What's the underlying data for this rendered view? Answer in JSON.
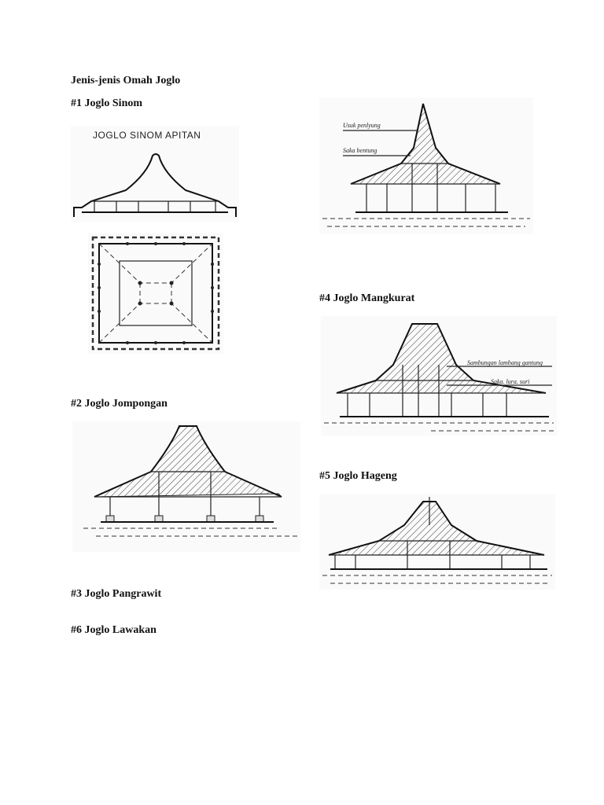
{
  "document": {
    "title": "Jenis-jenis Omah Joglo",
    "headings": {
      "h1": "#1  Joglo Sinom",
      "h2": "#2  Joglo Jompongan",
      "h3": "#3  Joglo Pangrawit",
      "h4": "#4  Joglo Mangkurat",
      "h5": "#5  Joglo Hageng",
      "h6": "#6  Joglo Lawakan"
    },
    "figures": {
      "sinom_label": "JOGLO SINOM APITAN",
      "top_annotations": [
        "Usuk penlyung",
        "Saka bentung"
      ],
      "mangkurat_annotations": [
        "Sambungan lambang gantung",
        "Saka. lura. suri"
      ]
    }
  }
}
